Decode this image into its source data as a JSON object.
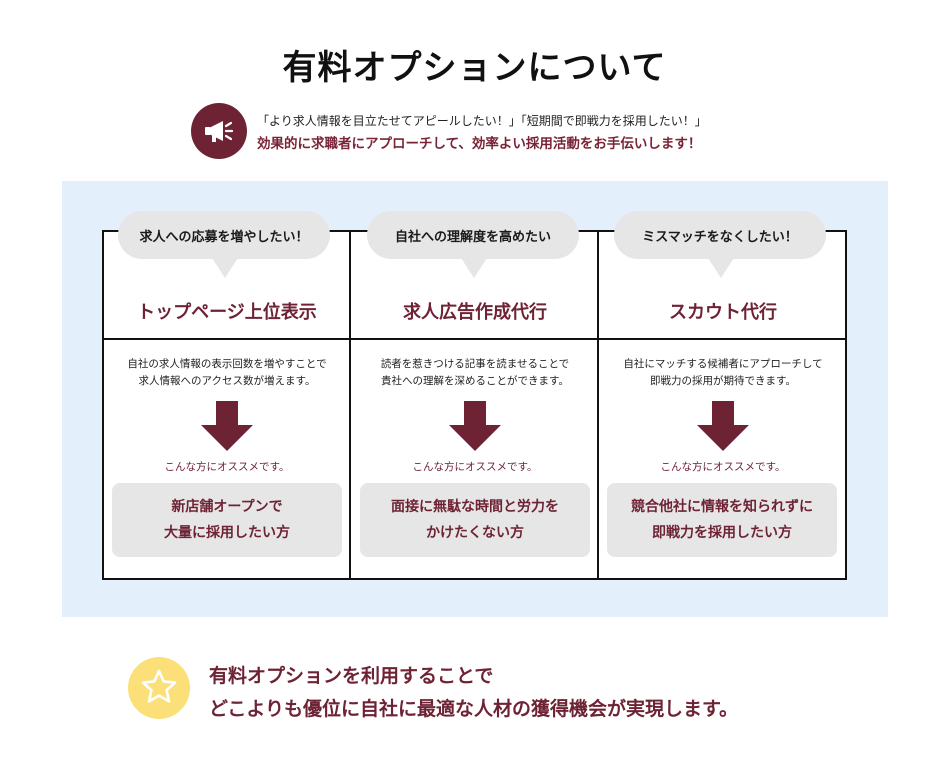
{
  "page_title": "有料オプションについて",
  "intro": {
    "icon": "megaphone-icon",
    "line1": "「より求人情報を目立たせてアピールしたい！」「短期間で即戦力を採用したい！」",
    "line2": "効果的に求職者にアプローチして、効率よい採用活動をお手伝いします！"
  },
  "options": [
    {
      "bubble": "求人への応募を増やしたい！",
      "title": "トップページ上位表示",
      "desc_lines": [
        "自社の求人情報の表示回数を増やすことで",
        "求人情報へのアクセス数が増えます。"
      ],
      "recommend_label": "こんな方にオススメです。",
      "target_lines": [
        "新店舗オープンで",
        "大量に採用したい方"
      ]
    },
    {
      "bubble": "自社への理解度を高めたい",
      "title": "求人広告作成代行",
      "desc_lines": [
        "読者を惹きつける記事を読ませることで",
        "貴社への理解を深めることができます。"
      ],
      "recommend_label": "こんな方にオススメです。",
      "target_lines": [
        "面接に無駄な時間と労力を",
        "かけたくない方"
      ]
    },
    {
      "bubble": "ミスマッチをなくしたい！",
      "title": "スカウト代行",
      "desc_lines": [
        "自社にマッチする候補者にアプローチして",
        "即戦力の採用が期待できます。"
      ],
      "recommend_label": "こんな方にオススメです。",
      "target_lines": [
        "競合他社に情報を知られずに",
        "即戦力を採用したい方"
      ]
    }
  ],
  "conclusion": {
    "icon": "star-icon",
    "line1": "有料オプションを利用することで",
    "line2": "どこよりも優位に自社に最適な人材の獲得機会が実現します。"
  },
  "colors": {
    "accent": "#6e2335",
    "panel_bg": "#e3f0fb",
    "bubble_bg": "#e6e6e6",
    "star_bg": "#fbe07a"
  }
}
